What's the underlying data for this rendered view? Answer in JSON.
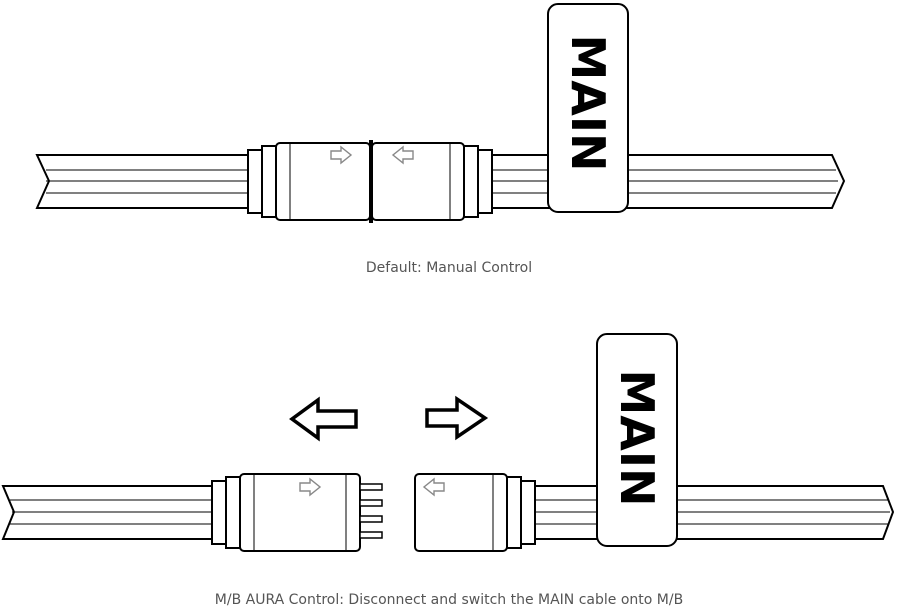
{
  "diagram": {
    "top": {
      "tag_label": "MAIN",
      "caption": "Default: Manual Control"
    },
    "bottom": {
      "tag_label": "MAIN",
      "caption": "M/B AURA Control: Disconnect and switch the MAIN cable onto M/B"
    }
  }
}
